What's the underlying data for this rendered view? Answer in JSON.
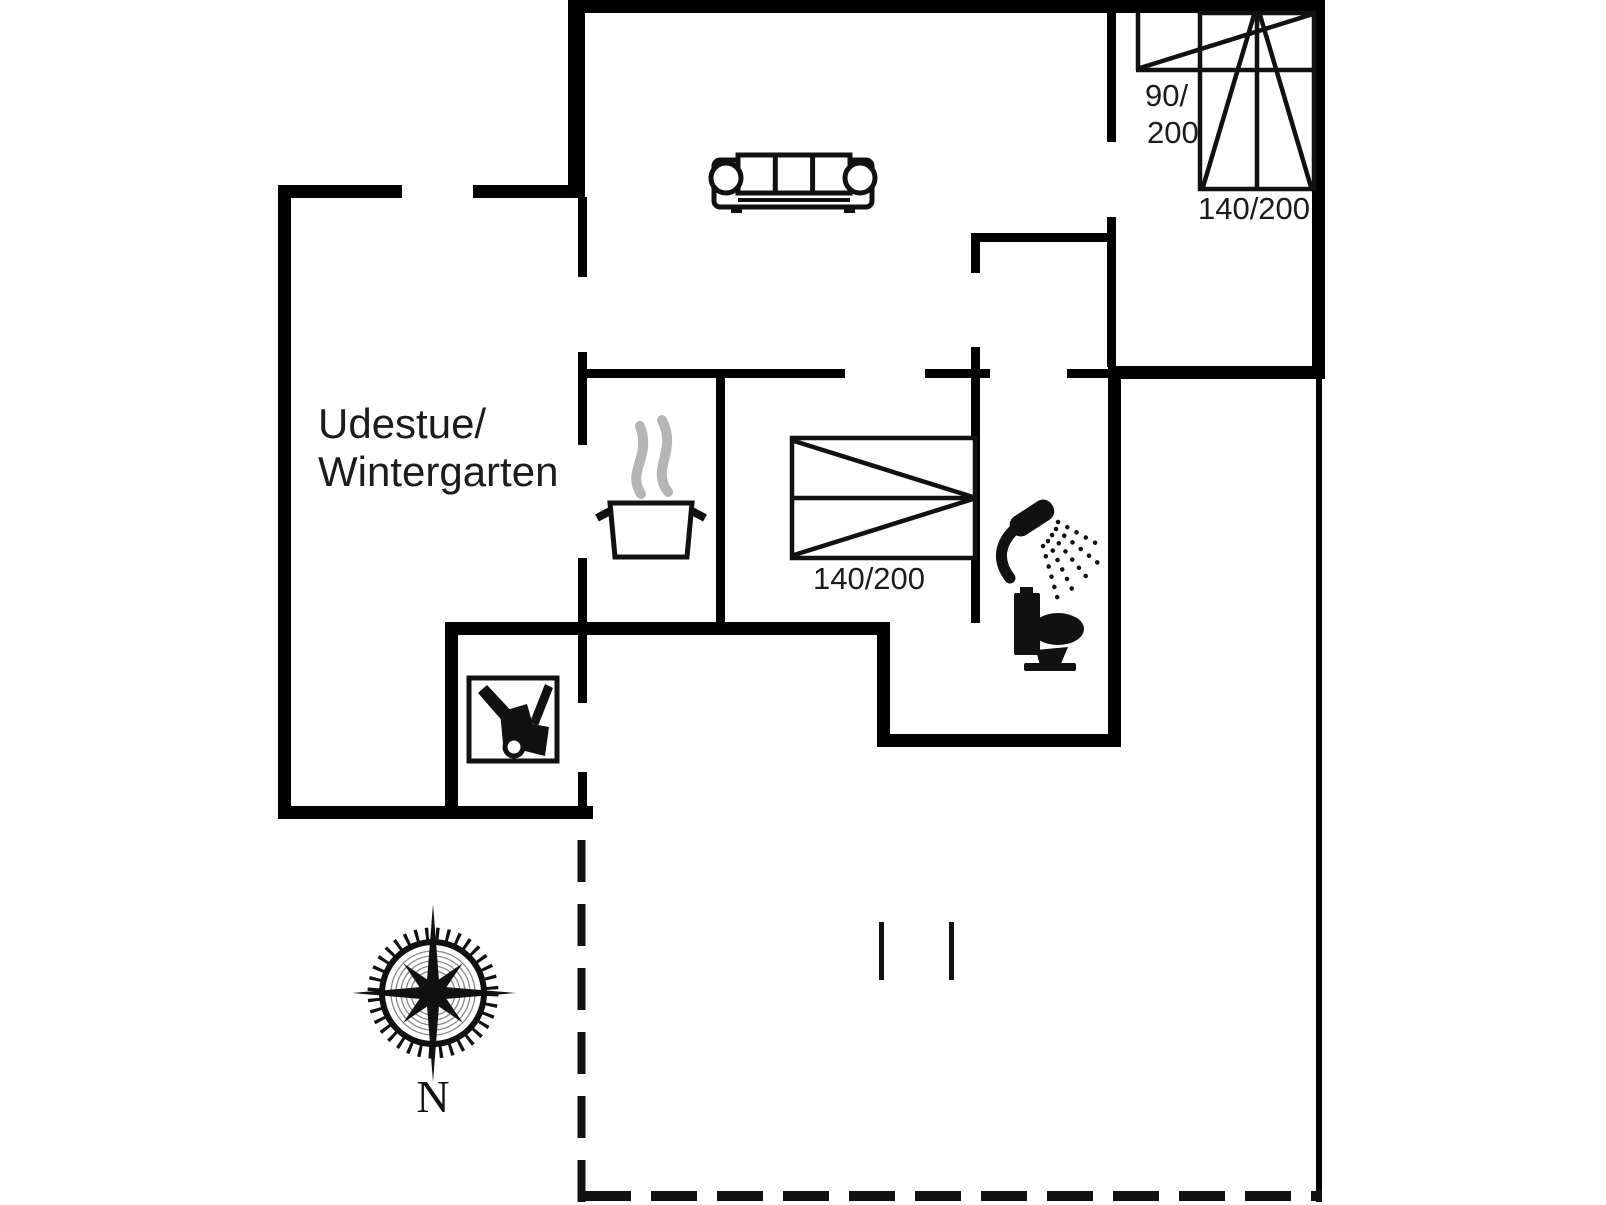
{
  "plan": {
    "rooms": {
      "conservatory": {
        "label_line1": "Udestue/",
        "label_line2": "Wintergarten"
      }
    },
    "beds": {
      "double_bed_label": "140/200",
      "vertical_double_bed_label": "140/200",
      "single_bed_label_line1": "90/",
      "single_bed_label_line2": "200"
    },
    "compass": {
      "north_label": "N"
    },
    "icons": [
      "sofa-icon",
      "cooking-pot-icon",
      "steam-icon",
      "double-bed-icon",
      "single-bed-90x200-icon",
      "double-bed-140x200-icon",
      "shower-icon",
      "toilet-icon",
      "wood-stove-icon",
      "compass-rose-icon"
    ],
    "colors": {
      "wall": "#000000",
      "line": "#111111",
      "steam": "#b5b5b5",
      "text": "#1c1c1c",
      "background": "#ffffff"
    }
  }
}
